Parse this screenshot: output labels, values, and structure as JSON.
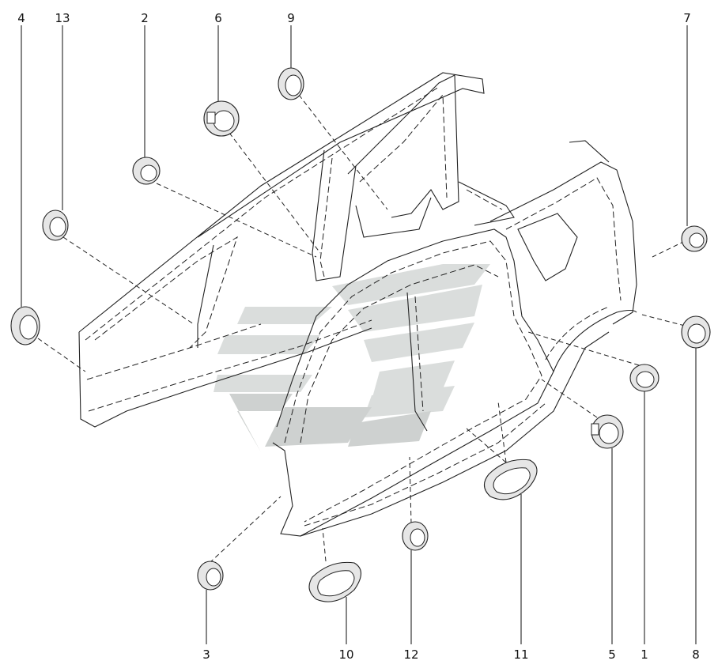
{
  "diagram": {
    "callouts": [
      {
        "id": "4",
        "label": "4"
      },
      {
        "id": "13",
        "label": "13"
      },
      {
        "id": "2",
        "label": "2"
      },
      {
        "id": "6",
        "label": "6"
      },
      {
        "id": "9",
        "label": "9"
      },
      {
        "id": "7",
        "label": "7"
      },
      {
        "id": "8",
        "label": "8"
      },
      {
        "id": "1",
        "label": "1"
      },
      {
        "id": "5",
        "label": "5"
      },
      {
        "id": "11",
        "label": "11"
      },
      {
        "id": "12",
        "label": "12"
      },
      {
        "id": "10",
        "label": "10"
      },
      {
        "id": "3",
        "label": "3"
      }
    ],
    "colors": {
      "line": "#222222",
      "part_fill": "#e6e6e6",
      "watermark": "#d4d8d6",
      "watermark_accent": "#c6cac8"
    },
    "watermark_icon": "stylized-s-logo-icon"
  }
}
